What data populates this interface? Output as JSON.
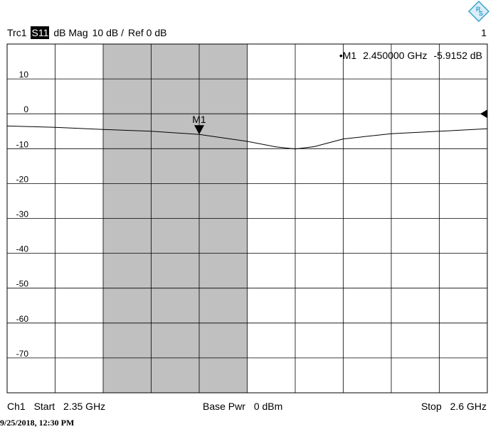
{
  "header": {
    "trace": "Trc1",
    "parameter": "S11",
    "format": "dB Mag",
    "scale": "10 dB /",
    "ref": "Ref 0 dB",
    "trace_number": "1"
  },
  "marker": {
    "label": "M1",
    "readout_label": "•M1",
    "freq_text": "2.450000 GHz",
    "value_text": "-5.9152 dB",
    "freq_ghz": 2.45,
    "value_db": -5.9152
  },
  "footer": {
    "channel": "Ch1",
    "start_label": "Start",
    "start_value": "2.35 GHz",
    "power_label": "Base Pwr",
    "power_value": "0 dBm",
    "stop_label": "Stop",
    "stop_value": "2.6 GHz"
  },
  "timestamp": "9/25/2018, 12:30 PM",
  "chart_data": {
    "type": "line",
    "title": "",
    "xlabel": "",
    "ylabel": "",
    "xlim": [
      2.35,
      2.6
    ],
    "ylim": [
      -80,
      20
    ],
    "yticks": [
      10,
      0,
      -10,
      -20,
      -30,
      -40,
      -50,
      -60,
      -70
    ],
    "ytick_labels": [
      "10",
      "0",
      "-10",
      "-20",
      "-30",
      "-40",
      "-50",
      "-60",
      "-70"
    ],
    "x_divisions": 10,
    "grid": true,
    "highlight_band": [
      2.4,
      2.475
    ],
    "reference_level_db": 0,
    "series": [
      {
        "color": "#000000",
        "x": [
          2.35,
          2.375,
          2.4,
          2.425,
          2.45,
          2.475,
          2.49,
          2.5,
          2.51,
          2.525,
          2.55,
          2.575,
          2.6
        ],
        "y": [
          -3.5,
          -3.9,
          -4.5,
          -5.0,
          -5.9,
          -7.9,
          -9.5,
          -10.1,
          -9.4,
          -7.2,
          -5.7,
          -5.0,
          -4.3
        ]
      }
    ]
  }
}
